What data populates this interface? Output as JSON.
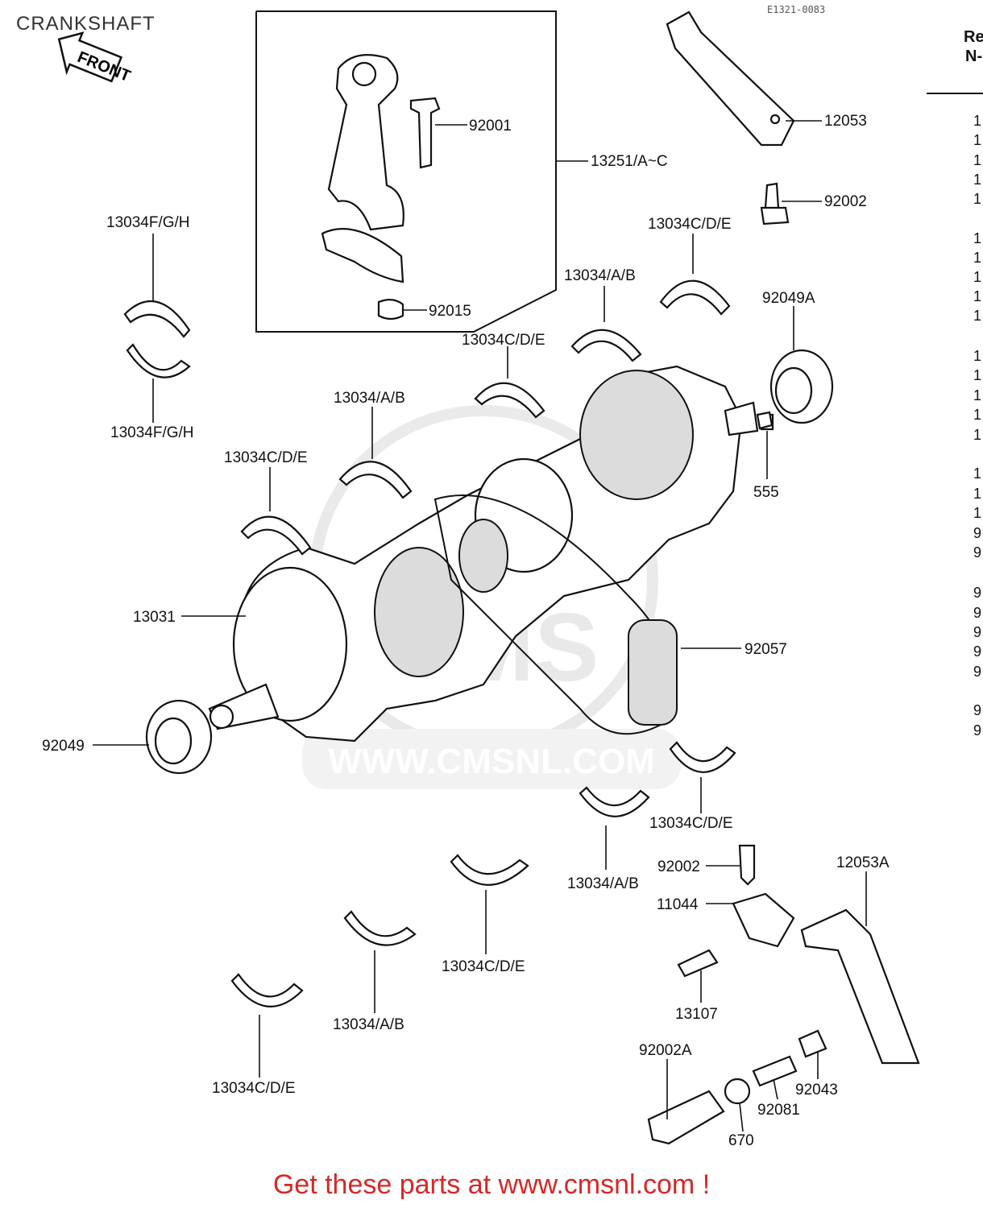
{
  "title": "CRANKSHAFT",
  "ref_code": "E1321-0083",
  "front_label": "FRONT",
  "footer": "Get these parts at www.cmsnl.com !",
  "watermark": {
    "brand": "CMS",
    "url": "WWW.CMSNL.COM"
  },
  "side_column": {
    "header_line1": "Re",
    "header_line2": "N-",
    "numbers": [
      "1",
      "1",
      "1",
      "1",
      "1",
      "1",
      "1",
      "1",
      "1",
      "1",
      "1",
      "1",
      "1",
      "1",
      "1",
      "1",
      "1",
      "1",
      "9",
      "9",
      "9",
      "9",
      "9",
      "9",
      "9",
      "9",
      "9"
    ]
  },
  "labels": {
    "p92001": "92001",
    "p13251": "13251/A~C",
    "p92015": "92015",
    "p12053": "12053",
    "p92002_top": "92002",
    "p13034fgh_top": "13034F/G/H",
    "p13034fgh_bot": "13034F/G/H",
    "p13034cde_1": "13034C/D/E",
    "p13034ab_1": "13034/A/B",
    "p92049a": "92049A",
    "p13034cde_2": "13034C/D/E",
    "p13034ab_2": "13034/A/B",
    "p555": "555",
    "p13034cde_3": "13034C/D/E",
    "p13031": "13031",
    "p92057": "92057",
    "p92049": "92049",
    "p13034cde_4": "13034C/D/E",
    "p13034ab_3": "13034/A/B",
    "p92002_mid": "92002",
    "p12053a": "12053A",
    "p11044": "11044",
    "p13107": "13107",
    "p13034cde_5": "13034C/D/E",
    "p13034ab_4": "13034/A/B",
    "p13034cde_6": "13034C/D/E",
    "p92002a": "92002A",
    "p92043": "92043",
    "p92081": "92081",
    "p670": "670"
  }
}
